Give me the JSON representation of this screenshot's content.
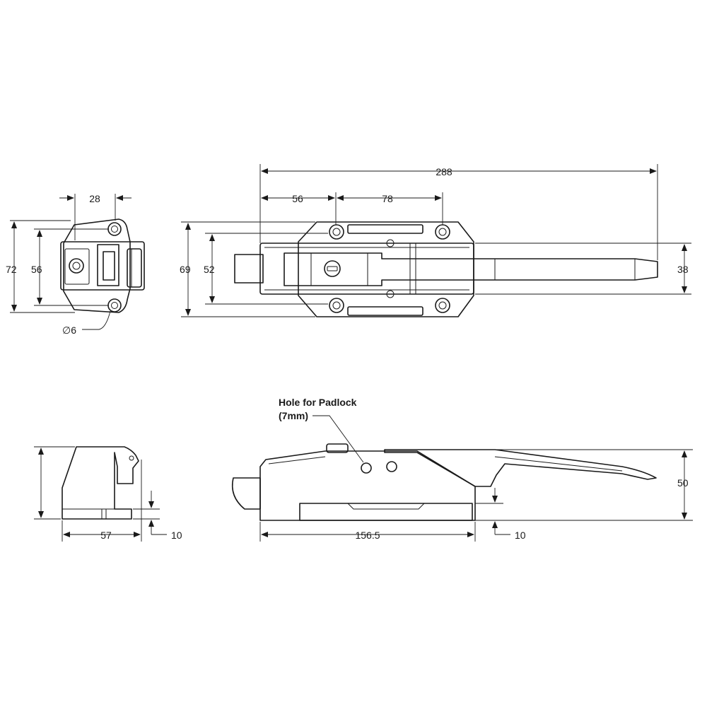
{
  "dimensions": {
    "front_width": "28",
    "front_height_outer": "72",
    "front_height_inner": "56",
    "hole_diameter": "∅6",
    "top_overall_length": "288",
    "top_offset_first": "56",
    "top_hole_spacing": "78",
    "top_height_outer": "69",
    "top_height_inner": "52",
    "handle_height": "38",
    "side_depth": "57",
    "side_base_thickness": "10",
    "profile_length": "156.5",
    "profile_base_thickness": "10",
    "profile_height": "50"
  },
  "notes": {
    "padlock_line1": "Hole for Padlock",
    "padlock_line2": "(7mm)"
  }
}
